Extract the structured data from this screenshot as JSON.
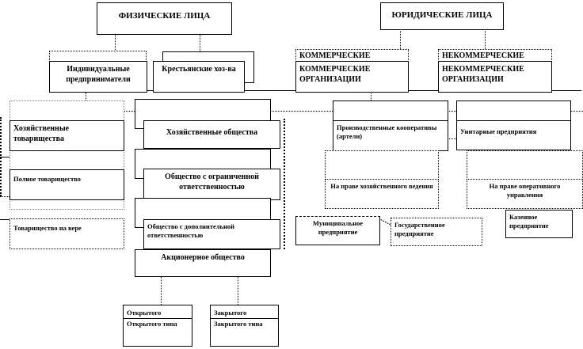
{
  "individuals": {
    "title": "ФИЗИЧЕСКИЕ ЛИЦА",
    "entrepreneurs": "Индивидуальные предприниматели",
    "farms": "Крестьянские хоз-ва",
    "partnerships": "Хозяйственные товарищества",
    "full_partnership": "Полное товарищество",
    "limited_partnership": "Товарищество на вере",
    "companies": "Хозяйственные общества",
    "llc": "Общество с ограниченной ответственностью",
    "alc": "Общество с дополнительной ответственностью",
    "jsc": "Акционерное общество",
    "open": "Открытого типа",
    "open_short": "Открытого",
    "closed": "Закрытого типа",
    "closed_short": "Закрытого"
  },
  "legal": {
    "title": "ЮРИДИЧЕСКИЕ ЛИЦА",
    "commercial": "КОММЕРЧЕСКИЕ ОРГАНИЗАЦИИ",
    "commercial_short": "КОММЕРЧЕСКИЕ",
    "noncommercial": "НЕКОММЕРЧЕСКИЕ ОРГАНИЗАЦИИ",
    "noncommercial_short": "НЕКОММЕРЧЕСКИЕ",
    "coops": "Производственные кооперативы (артели)",
    "unitary": "Унитарные предприятия",
    "economic_mgmt": "На праве хозяйственного ведения",
    "operational_mgmt": "На праве оперативного управления",
    "state_owned": "Казенное предприятие",
    "municipal": "Муниципальное предприятие",
    "state": "Государственное предприятие"
  }
}
